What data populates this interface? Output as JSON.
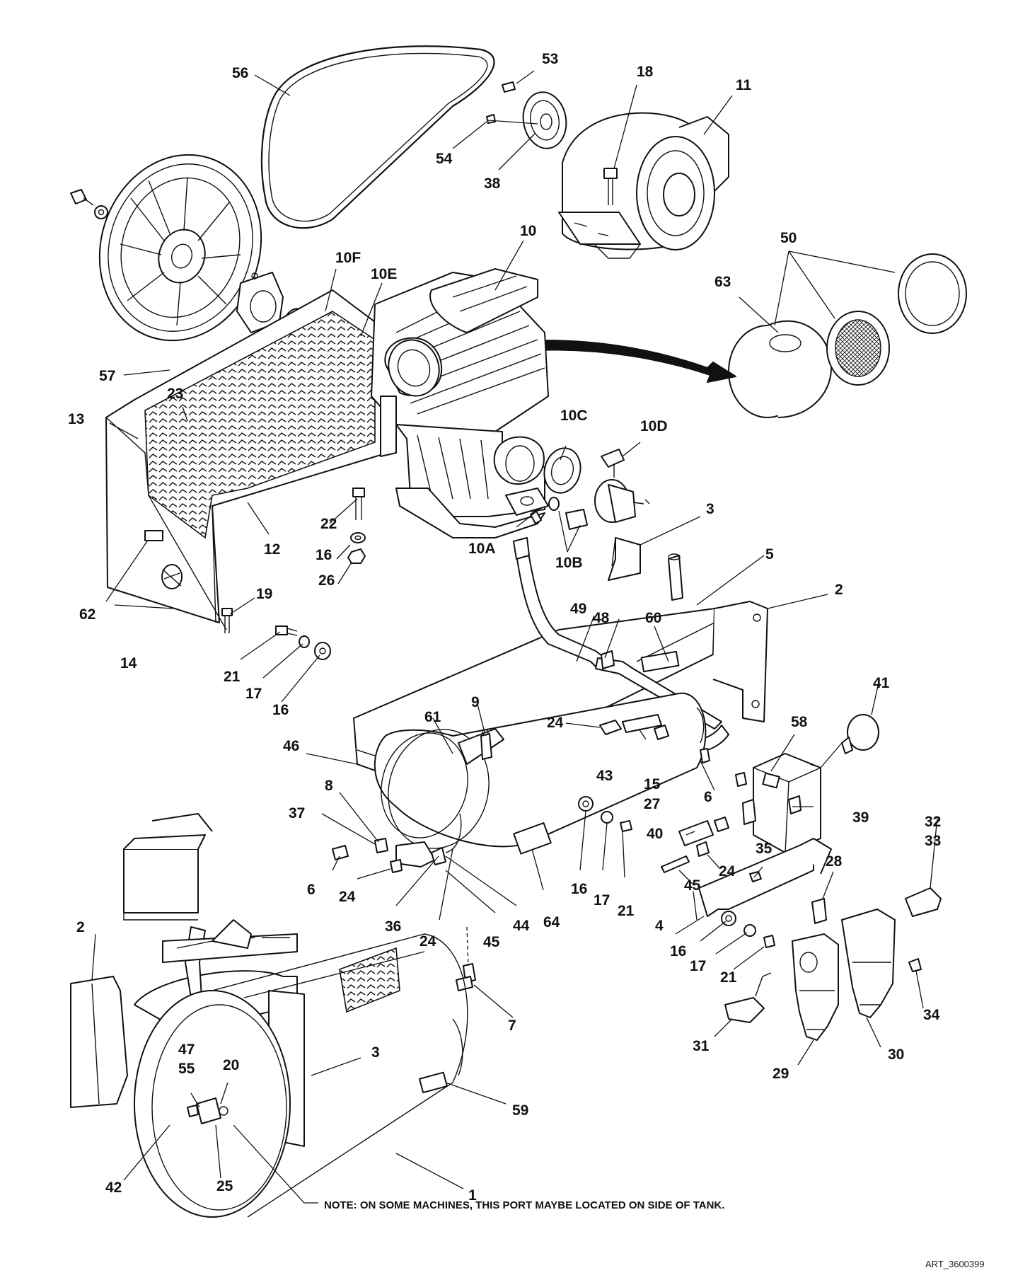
{
  "labels": [
    {
      "id": "1",
      "text": "1"
    },
    {
      "id": "2a",
      "text": "2"
    },
    {
      "id": "2b",
      "text": "2"
    },
    {
      "id": "3a",
      "text": "3"
    },
    {
      "id": "3b",
      "text": "3"
    },
    {
      "id": "4",
      "text": "4"
    },
    {
      "id": "5",
      "text": "5"
    },
    {
      "id": "6a",
      "text": "6"
    },
    {
      "id": "6b",
      "text": "6"
    },
    {
      "id": "7",
      "text": "7"
    },
    {
      "id": "8",
      "text": "8"
    },
    {
      "id": "9",
      "text": "9"
    },
    {
      "id": "10",
      "text": "10"
    },
    {
      "id": "10A",
      "text": "10A"
    },
    {
      "id": "10B",
      "text": "10B"
    },
    {
      "id": "10C",
      "text": "10C"
    },
    {
      "id": "10D",
      "text": "10D"
    },
    {
      "id": "10E",
      "text": "10E"
    },
    {
      "id": "10F",
      "text": "10F"
    },
    {
      "id": "11",
      "text": "11"
    },
    {
      "id": "12",
      "text": "12"
    },
    {
      "id": "13",
      "text": "13"
    },
    {
      "id": "14",
      "text": "14"
    },
    {
      "id": "15",
      "text": "15"
    },
    {
      "id": "16a",
      "text": "16"
    },
    {
      "id": "16b",
      "text": "16"
    },
    {
      "id": "16c",
      "text": "16"
    },
    {
      "id": "16d",
      "text": "16"
    },
    {
      "id": "17a",
      "text": "17"
    },
    {
      "id": "17b",
      "text": "17"
    },
    {
      "id": "17c",
      "text": "17"
    },
    {
      "id": "18",
      "text": "18"
    },
    {
      "id": "19",
      "text": "19"
    },
    {
      "id": "20",
      "text": "20"
    },
    {
      "id": "21a",
      "text": "21"
    },
    {
      "id": "21b",
      "text": "21"
    },
    {
      "id": "21c",
      "text": "21"
    },
    {
      "id": "22",
      "text": "22"
    },
    {
      "id": "23",
      "text": "23"
    },
    {
      "id": "24a",
      "text": "24"
    },
    {
      "id": "24b",
      "text": "24"
    },
    {
      "id": "24c",
      "text": "24"
    },
    {
      "id": "24d",
      "text": "24"
    },
    {
      "id": "25",
      "text": "25"
    },
    {
      "id": "26",
      "text": "26"
    },
    {
      "id": "27",
      "text": "27"
    },
    {
      "id": "28",
      "text": "28"
    },
    {
      "id": "29",
      "text": "29"
    },
    {
      "id": "30",
      "text": "30"
    },
    {
      "id": "31",
      "text": "31"
    },
    {
      "id": "32",
      "text": "32"
    },
    {
      "id": "33",
      "text": "33"
    },
    {
      "id": "34",
      "text": "34"
    },
    {
      "id": "35",
      "text": "35"
    },
    {
      "id": "36",
      "text": "36"
    },
    {
      "id": "37",
      "text": "37"
    },
    {
      "id": "38",
      "text": "38"
    },
    {
      "id": "39",
      "text": "39"
    },
    {
      "id": "40",
      "text": "40"
    },
    {
      "id": "41",
      "text": "41"
    },
    {
      "id": "42",
      "text": "42"
    },
    {
      "id": "43",
      "text": "43"
    },
    {
      "id": "44",
      "text": "44"
    },
    {
      "id": "45a",
      "text": "45"
    },
    {
      "id": "45b",
      "text": "45"
    },
    {
      "id": "46",
      "text": "46"
    },
    {
      "id": "47",
      "text": "47"
    },
    {
      "id": "48",
      "text": "48"
    },
    {
      "id": "49",
      "text": "49"
    },
    {
      "id": "50",
      "text": "50"
    },
    {
      "id": "53",
      "text": "53"
    },
    {
      "id": "54",
      "text": "54"
    },
    {
      "id": "55",
      "text": "55"
    },
    {
      "id": "56",
      "text": "56"
    },
    {
      "id": "57",
      "text": "57"
    },
    {
      "id": "58",
      "text": "58"
    },
    {
      "id": "59",
      "text": "59"
    },
    {
      "id": "60",
      "text": "60"
    },
    {
      "id": "61",
      "text": "61"
    },
    {
      "id": "62",
      "text": "62"
    },
    {
      "id": "63",
      "text": "63"
    },
    {
      "id": "64",
      "text": "64"
    }
  ],
  "note": "NOTE: ON SOME MACHINES, THIS PORT MAYBE LOCATED ON SIDE OF TANK.",
  "art_id": "ART_3600399"
}
